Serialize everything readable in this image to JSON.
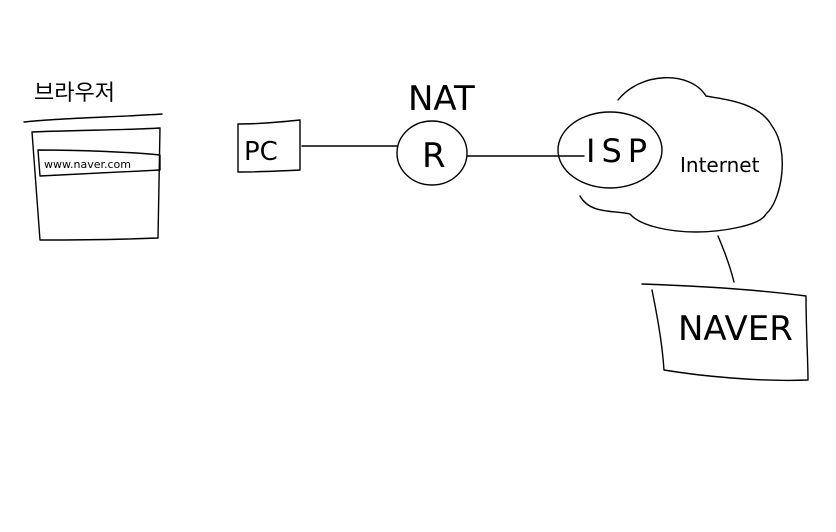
{
  "browser": {
    "title": "브라우저",
    "url": "www.naver.com"
  },
  "pc": {
    "label": "PC"
  },
  "router": {
    "caption": "NAT",
    "label": "R"
  },
  "isp": {
    "label": "ISP"
  },
  "internet": {
    "label": "Internet"
  },
  "server": {
    "label": "NAVER"
  }
}
